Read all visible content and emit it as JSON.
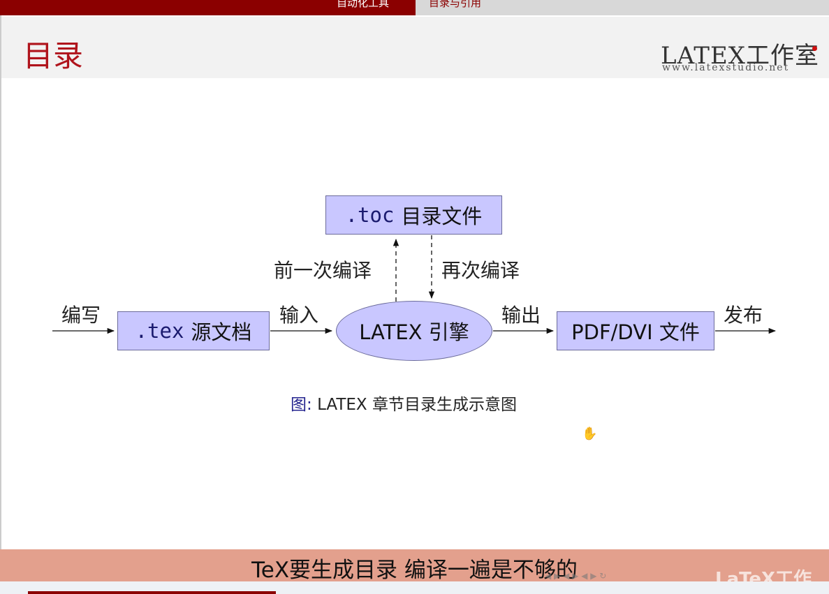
{
  "nav": {
    "active_tab": "自动化工具",
    "next_tab": "目录与引用"
  },
  "slide": {
    "title": "目录"
  },
  "logo": {
    "brand": "LATEX工作室",
    "url": "www.latexstudio.net"
  },
  "diagram": {
    "toc_ext": ".toc",
    "toc_label": "目录文件",
    "tex_ext": ".tex",
    "tex_label": "源文档",
    "engine_label": "LATEX 引擎",
    "pdf_label": "PDF/DVI 文件",
    "edge_write": "编写",
    "edge_input": "输入",
    "edge_output": "输出",
    "edge_publish": "发布",
    "edge_previous": "前一次编译",
    "edge_again": "再次编译",
    "caption_prefix": "图:",
    "caption_text": "LATEX 章节目录生成示意图"
  },
  "subtitle": "TeX要生成目录 编译一遍是不够的",
  "watermark": "LaTeX工作",
  "colors": {
    "theme_red": "#8b0000",
    "title_red": "#b0141c",
    "node_fill": "#c9c7ff",
    "subtitle_band": "#e3a08d"
  }
}
